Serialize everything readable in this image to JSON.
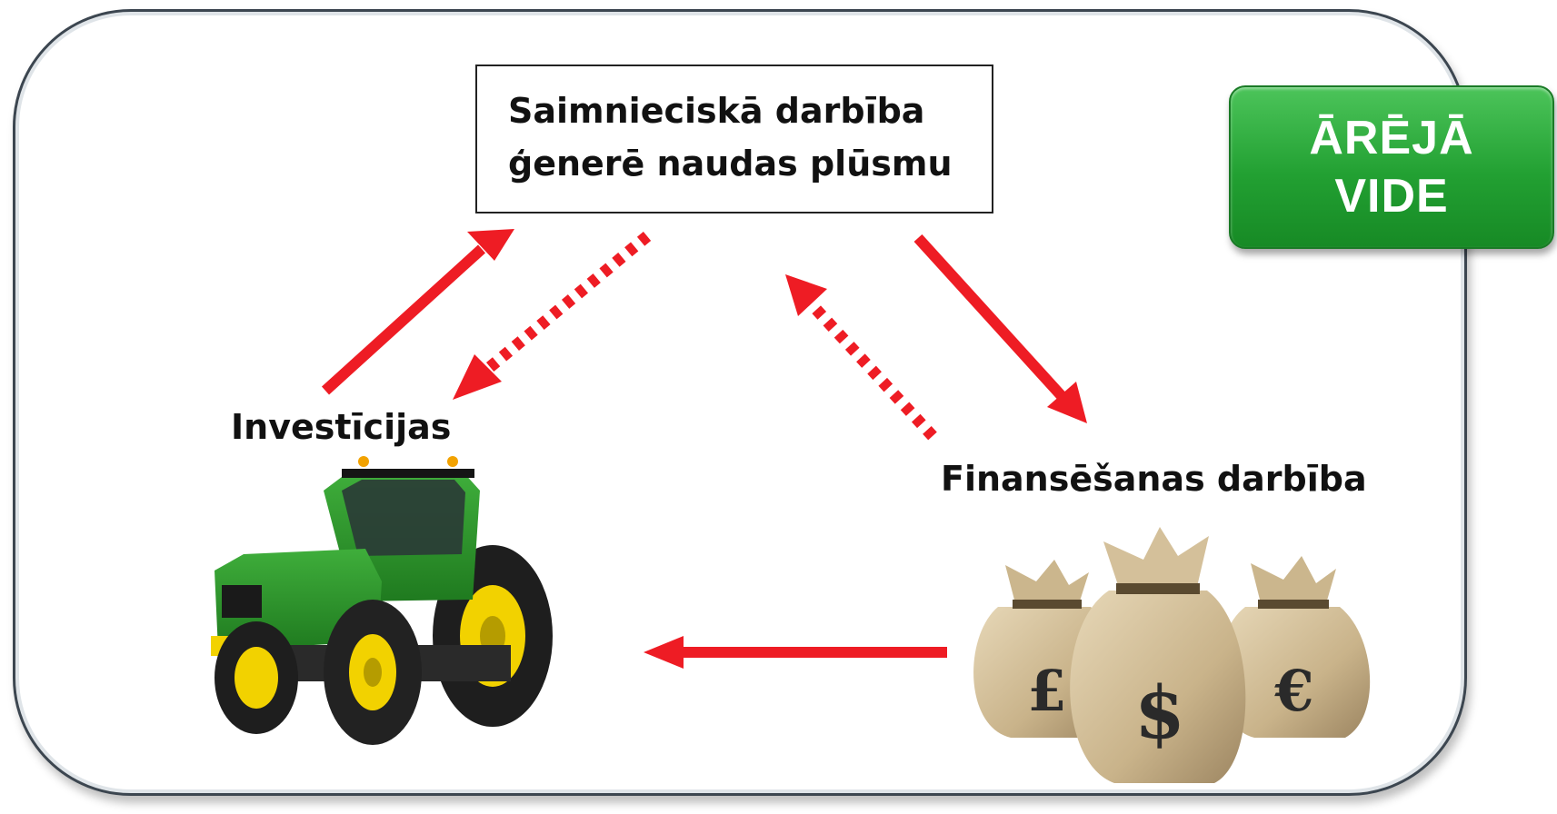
{
  "diagram": {
    "center_node": {
      "line1": "Saimnieciskā darbība",
      "line2": "ģenerē naudas plūsmu"
    },
    "badge": {
      "line1": "ĀRĒJĀ",
      "line2": "VIDE",
      "color": "#22a032"
    },
    "investment_node": {
      "label": "Investīcijas",
      "image": "tractor-icon"
    },
    "financing_node": {
      "label": "Finansēšanas darbība",
      "image": "money-bags-icon",
      "currency_symbols": [
        "£",
        "$",
        "€"
      ]
    },
    "arrow_color": "#ee1c24",
    "arrows": [
      {
        "name": "investment-to-operations",
        "style": "solid"
      },
      {
        "name": "operations-to-investment",
        "style": "dotted"
      },
      {
        "name": "operations-to-financing",
        "style": "solid"
      },
      {
        "name": "financing-to-operations",
        "style": "dotted"
      },
      {
        "name": "financing-to-investment",
        "style": "solid"
      }
    ]
  }
}
